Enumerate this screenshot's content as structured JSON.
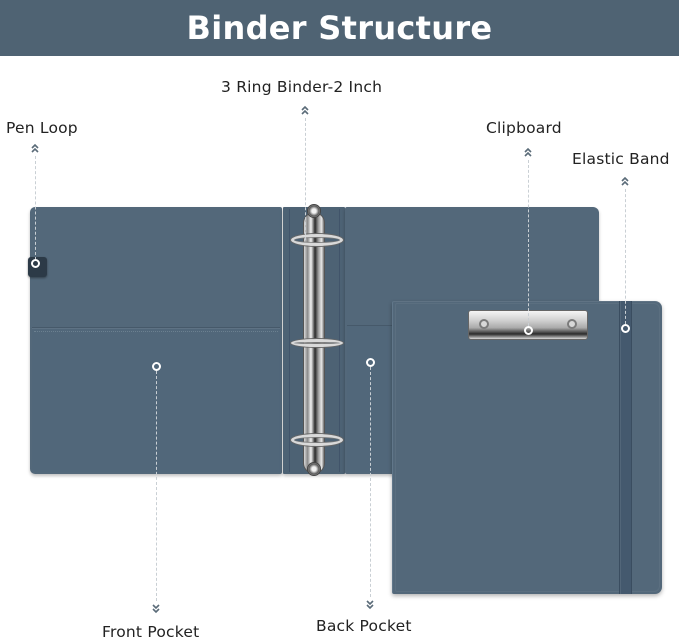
{
  "header": {
    "title": "Binder Structure",
    "background_color": "#4f6373",
    "text_color": "#ffffff"
  },
  "product": {
    "color": "#53687a",
    "components": [
      "Pen Loop",
      "3 Ring Binder-2 Inch",
      "Clipboard",
      "Elastic Band",
      "Front Pocket",
      "Back Pocket"
    ]
  },
  "callouts": {
    "pen_loop": {
      "label": "Pen Loop",
      "arrow": "chevron-up-double"
    },
    "ring_binder": {
      "label": "3 Ring Binder-2 Inch",
      "arrow": "chevron-up-double"
    },
    "clipboard": {
      "label": "Clipboard",
      "arrow": "chevron-up-double"
    },
    "elastic_band": {
      "label": "Elastic Band",
      "arrow": "chevron-up-double"
    },
    "front_pocket": {
      "label": "Front Pocket",
      "arrow": "chevron-down-double"
    },
    "back_pocket": {
      "label": "Back Pocket",
      "arrow": "chevron-down-double"
    }
  }
}
